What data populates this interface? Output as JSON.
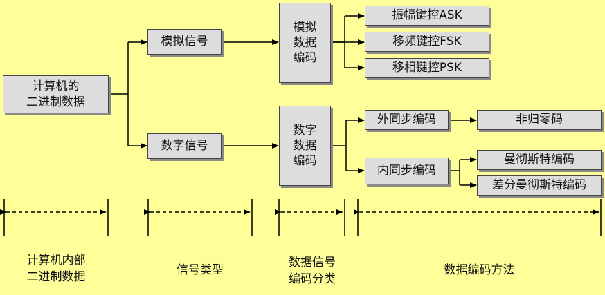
{
  "nodes": {
    "computer_data": "计算机的\n二进制数据",
    "analog_signal": "模拟信号",
    "digital_signal": "数字信号",
    "analog_encoding": "模拟\n数据\n编码",
    "digital_encoding": "数字\n数据\n编码",
    "ask": "振幅键控ASK",
    "fsk": "移频键控FSK",
    "psk": "移相键控PSK",
    "external_sync": "外同步编码",
    "internal_sync": "内同步编码",
    "nrz": "非归零码",
    "manchester": "曼彻斯特编码",
    "diff_manchester": "差分曼彻斯特编码"
  },
  "sections": {
    "computer_internal": "计算机内部\n二进制数据",
    "signal_type": "信号类型",
    "encoding_category": "数据信号\n编码分类",
    "encoding_method": "数据编码方法"
  },
  "colors": {
    "background": "#ffff99",
    "box_fill": "#dddddd",
    "box_shadow": "#8a8a8a",
    "line": "#000000"
  }
}
